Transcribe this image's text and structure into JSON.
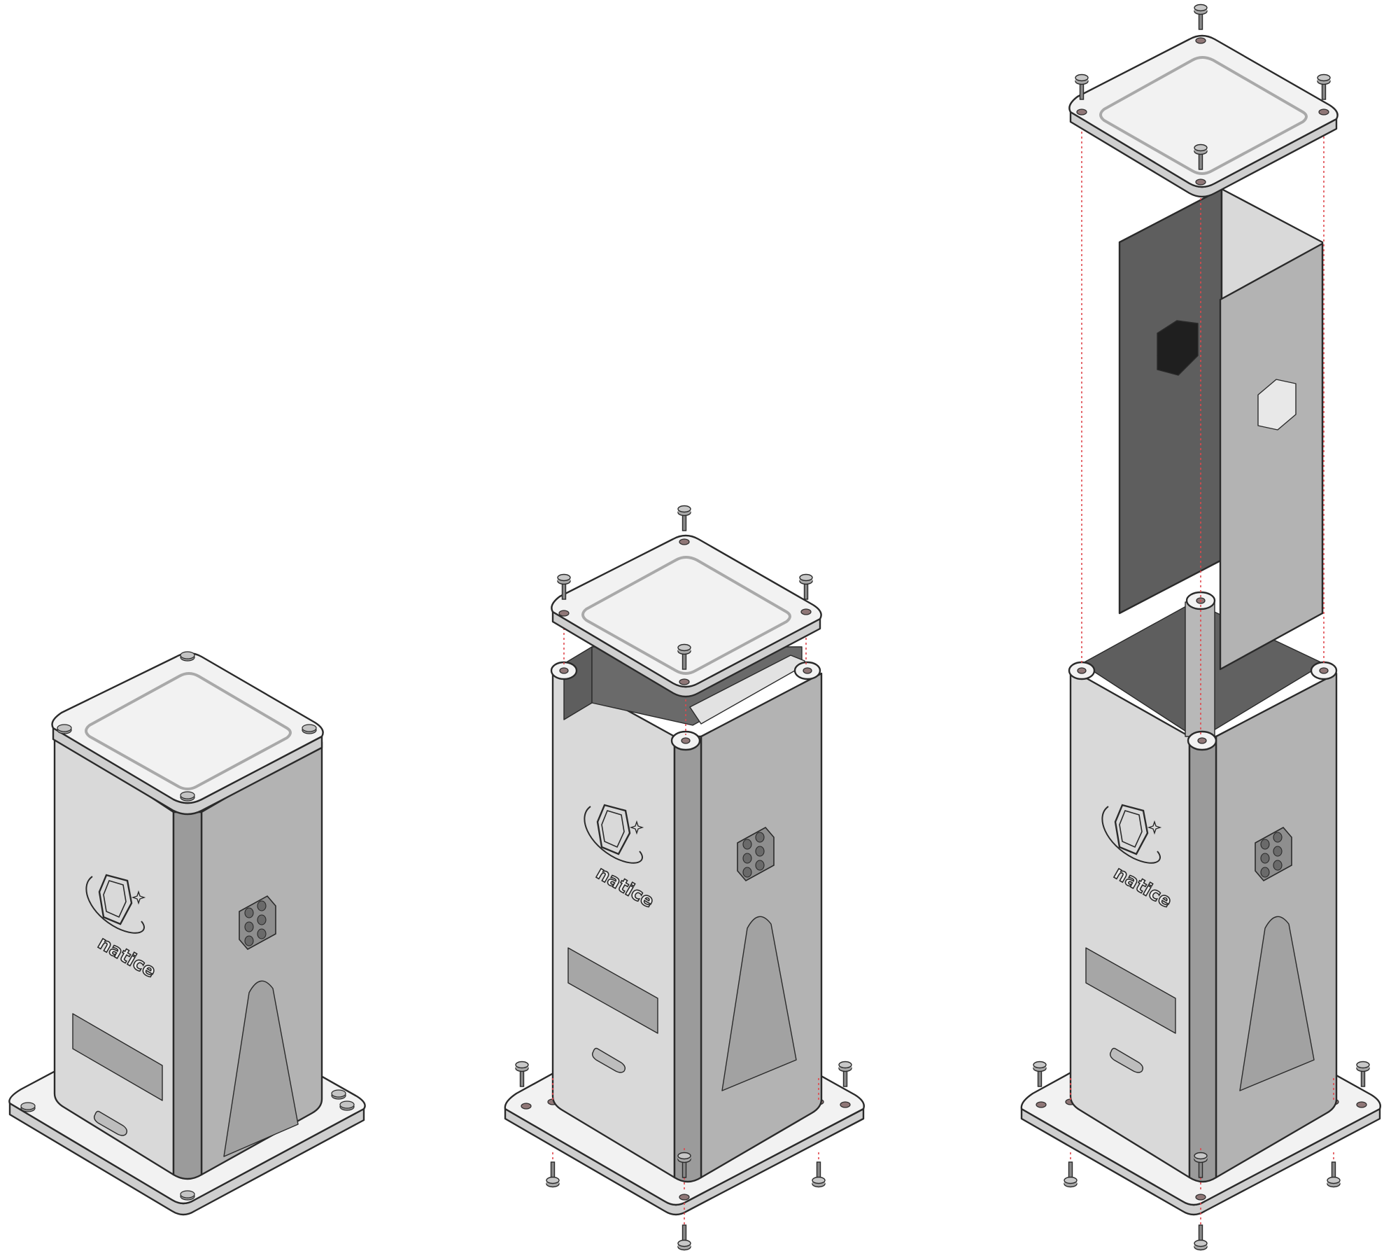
{
  "diagram": {
    "title": "",
    "brand_logo_text": "natice",
    "stages": [
      {
        "id": "assembled",
        "parts": [
          "base-plate",
          "column-body",
          "top-lid",
          "screws"
        ]
      },
      {
        "id": "lid-and-base-removed",
        "parts": [
          "base-plate",
          "column-body",
          "top-lid",
          "screws",
          "guide-lines"
        ]
      },
      {
        "id": "fully-exploded",
        "parts": [
          "base-plate",
          "column-body",
          "top-lid",
          "side-panels",
          "screws",
          "guide-lines"
        ]
      }
    ],
    "colors": {
      "background": "#ffffff",
      "panel_light": "#d9d9d9",
      "panel_mid": "#b3b3b3",
      "panel_edge": "#9b9b9b",
      "panel_dark": "#5e5e5e",
      "plate": "#f2f2f2",
      "outline": "#2a2a2a",
      "guide_line": "#e0474c"
    }
  }
}
